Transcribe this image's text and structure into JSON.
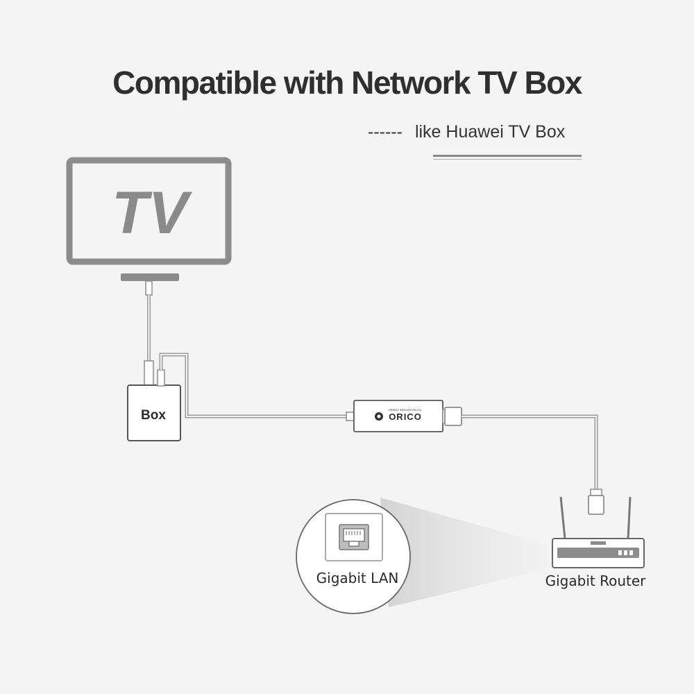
{
  "header": {
    "title": "Compatible with Network TV Box",
    "subtitle_dash": "------",
    "subtitle": "like Huawei TV Box"
  },
  "devices": {
    "tv_label": "TV",
    "box_label": "Box",
    "adapter_brand": "ORICO",
    "adapter_tagline": "ORIENT INNOVATION CO.",
    "lan_label": "Gigabit LAN",
    "router_label": "Gigabit Router"
  },
  "colors": {
    "background": "#f4f4f4",
    "device_gray": "#8c8c8c",
    "cable_gray": "#9a9a9a",
    "text_dark": "#2f2f2f"
  }
}
